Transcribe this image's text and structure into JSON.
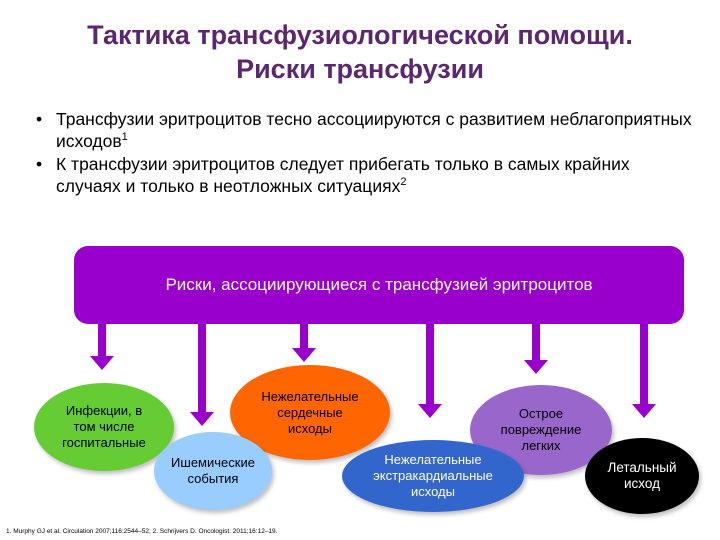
{
  "title": {
    "line1": "Тактика трансфузиологической помощи.",
    "line2": "Риски трансфузии"
  },
  "bullets": [
    {
      "text": "Трансфузии эритроцитов тесно ассоциируются с развитием неблагоприятных исходов",
      "ref": "1"
    },
    {
      "text": "К трансфузии эритроцитов следует прибегать только в самых крайних случаях и только в неотложных ситуациях",
      "ref": "2"
    }
  ],
  "banner": "Риски, ассоциирующиеся с трансфузией эритроцитов",
  "risks": {
    "infections": "Инфекции, в том числе госпитальные",
    "cardiac": "Нежелательные сердечные исходы",
    "ischemic": "Ишемические события",
    "lung": "Острое повреждение легких",
    "extracardiac": "Нежелательные экстракардиальные исходы",
    "lethal": "Летальный исход"
  },
  "colors": {
    "title": "#5b2770",
    "banner": "#9900cc",
    "infections": "#66cc33",
    "cardiac": "#ff6600",
    "ischemic": "#99ccff",
    "lung": "#9966cc",
    "extracardiac": "#3366cc",
    "lethal": "#000000"
  },
  "footnote": "1. Murphy GJ et al. Circulation 2007;116:2544–52; 2. Schrijvers D. Oncologist. 2011;16:12–19."
}
